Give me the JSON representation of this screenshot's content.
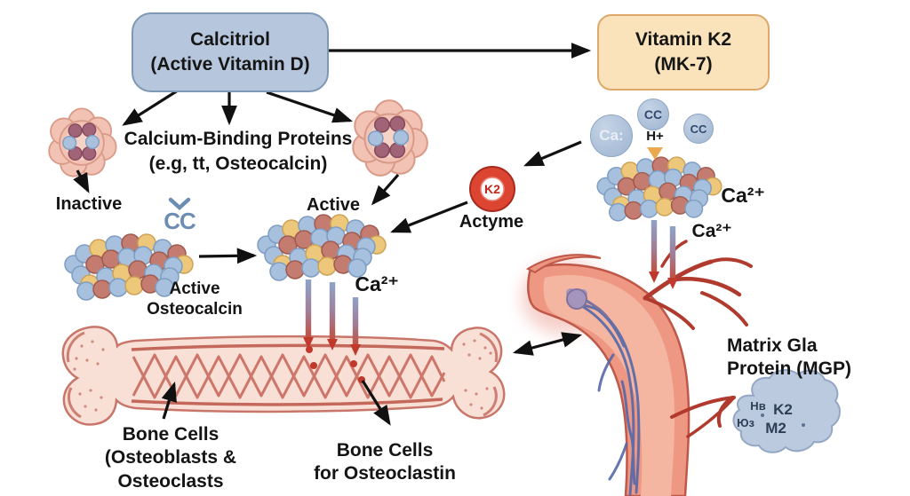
{
  "boxes": {
    "calcitriol": {
      "title": "Calcitriol",
      "subtitle": "(Active Vitamin D)"
    },
    "vitaminK2": {
      "title": "Vitamin K2",
      "subtitle": "(MK-7)"
    }
  },
  "labels": {
    "calciumBindingLine1": "Calcium-Binding Proteins",
    "calciumBindingLine2": "(e.g, tt, Osteocalcin)",
    "inactive": "Inactive",
    "ccSymbol": "CC",
    "activeOsteocalcinLine1": "Active",
    "activeOsteocalcinLine2": "Osteocalcin",
    "activeMiddle": "Active",
    "k2Badge": "K2",
    "actyme": "Actyme",
    "caIon": "Ca:",
    "ccTop": "CC",
    "ccRight": "CC",
    "hPlus": "H+",
    "ca2Middle": "Ca²⁺",
    "ca2RightUpper": "Ca²⁺",
    "ca2RightLower": "Ca²⁺",
    "boneCellsLeftLine1": "Bone Cells",
    "boneCellsLeftLine2": "(Osteoblasts &",
    "boneCellsLeftLine3": "Osteoclasts",
    "boneCellsRightLine1": "Bone Cells",
    "boneCellsRightLine2": "for Osteoclastin",
    "matrixGlaLine1": "Matrix Gla",
    "matrixGlaLine2": "Protein (MGP)",
    "cloudH": "Hв",
    "cloudK2": "K2",
    "cloudU3": "Юз",
    "cloudM2": "M2"
  },
  "colors": {
    "calcitriol_box_fill": "#b6c7dd",
    "calcitriol_box_border": "#7f98b5",
    "vitamin_k2_box_fill": "#fae2ba",
    "vitamin_k2_box_border": "#dfa86b",
    "k2_badge_red": "#dd4533",
    "ion_circle_blue": "#a9bfd8",
    "sphere_blue": "#a6c0de",
    "sphere_red": "#c47c70",
    "sphere_yellow": "#eec87a",
    "cell_pink": "#f2c3b4",
    "bone_fill": "#f8e0d7",
    "bone_outline": "#c9766a",
    "vessel_fill": "#ee9884",
    "vein_blue": "#5568a8",
    "branch_red": "#b03a2e",
    "cloud_fill": "#bccadf",
    "arrow_black": "#111111",
    "gradient_arrow_top": "#8fa3c9",
    "gradient_arrow_bottom": "#c05040"
  }
}
